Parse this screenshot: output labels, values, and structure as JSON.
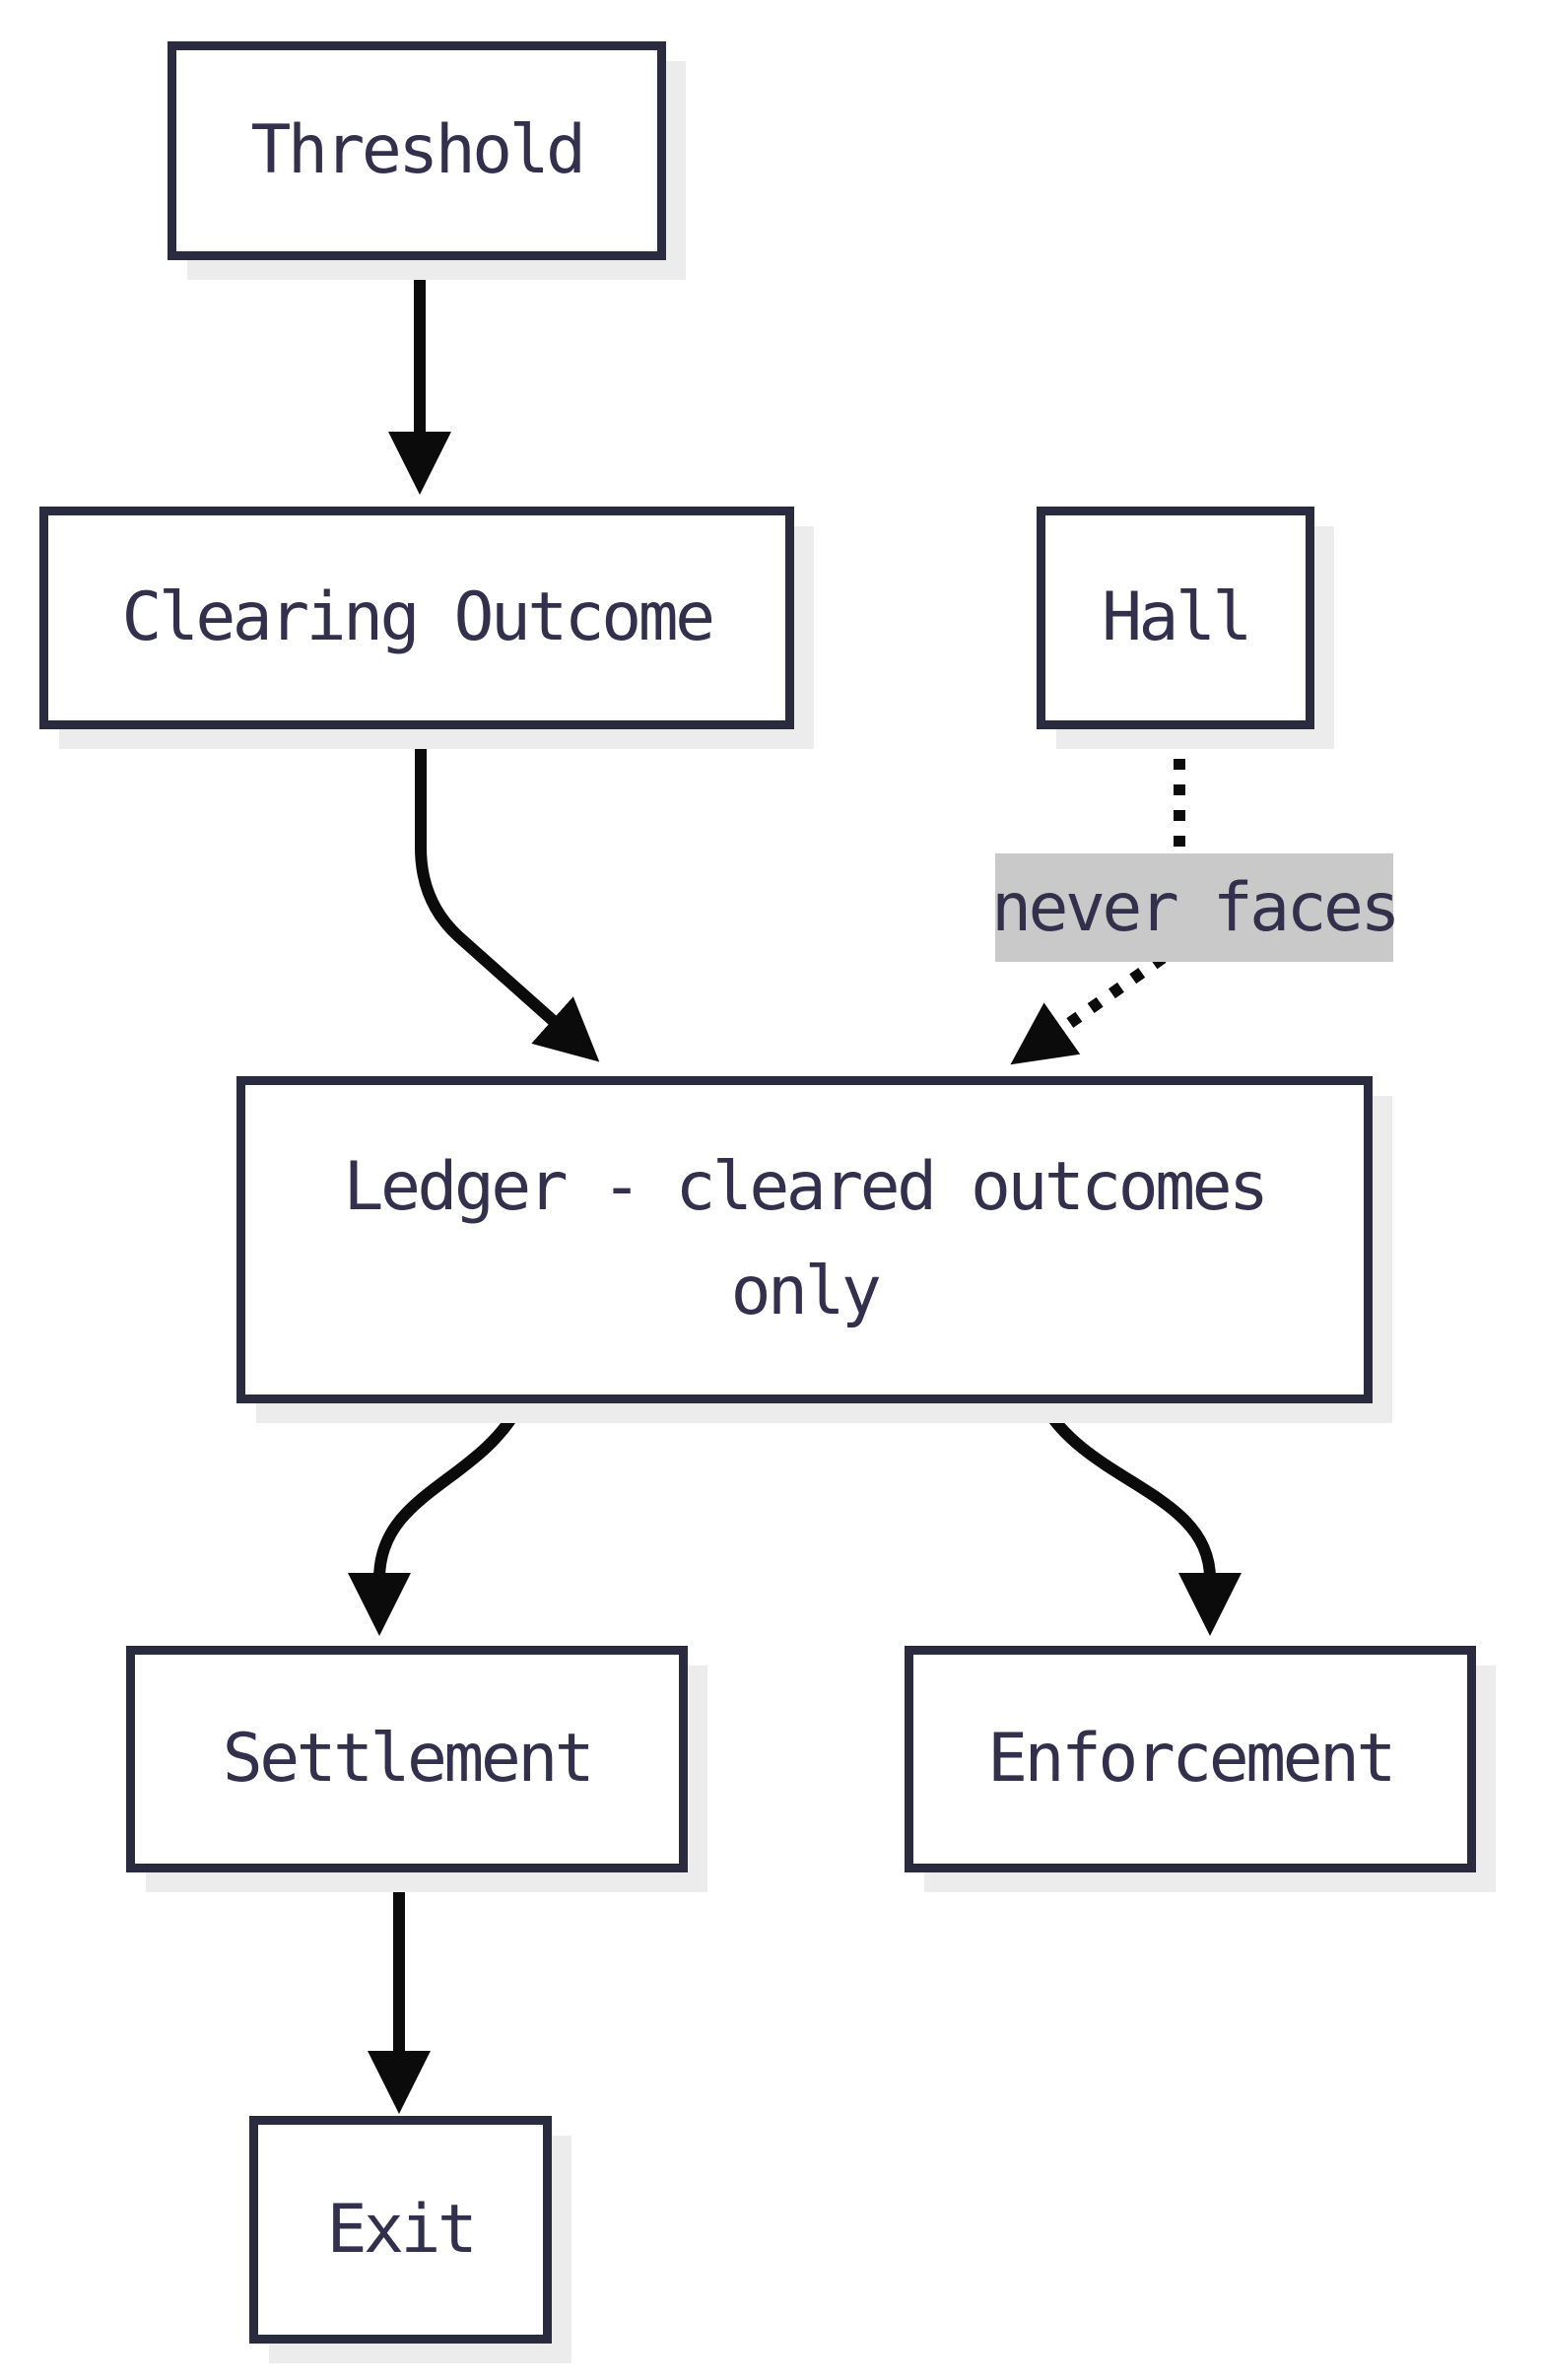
{
  "diagram": {
    "nodes": {
      "threshold": {
        "label": "Threshold"
      },
      "clearing_outcome": {
        "label": "Clearing Outcome"
      },
      "hall": {
        "label": "Hall"
      },
      "ledger": {
        "label": "Ledger - cleared outcomes only",
        "lines": [
          "Ledger - cleared outcomes",
          "only"
        ]
      },
      "settlement": {
        "label": "Settlement"
      },
      "enforcement": {
        "label": "Enforcement"
      },
      "exit": {
        "label": "Exit"
      }
    },
    "edges": [
      {
        "from": "Threshold",
        "to": "Clearing Outcome",
        "style": "solid",
        "label": ""
      },
      {
        "from": "Clearing Outcome",
        "to": "Ledger",
        "style": "solid",
        "label": ""
      },
      {
        "from": "Hall",
        "to": "Ledger",
        "style": "dotted",
        "label": "never faces"
      },
      {
        "from": "Ledger",
        "to": "Settlement",
        "style": "solid",
        "label": ""
      },
      {
        "from": "Ledger",
        "to": "Enforcement",
        "style": "solid",
        "label": ""
      },
      {
        "from": "Settlement",
        "to": "Exit",
        "style": "solid",
        "label": ""
      }
    ],
    "colors": {
      "node_border": "#2b2b40",
      "node_fill": "#ffffff",
      "text": "#32304c",
      "arrow": "#0b0b0b",
      "edge_label_bg": "#c9c9c9",
      "shadow": "#ececec",
      "background": "#ffffff"
    }
  }
}
